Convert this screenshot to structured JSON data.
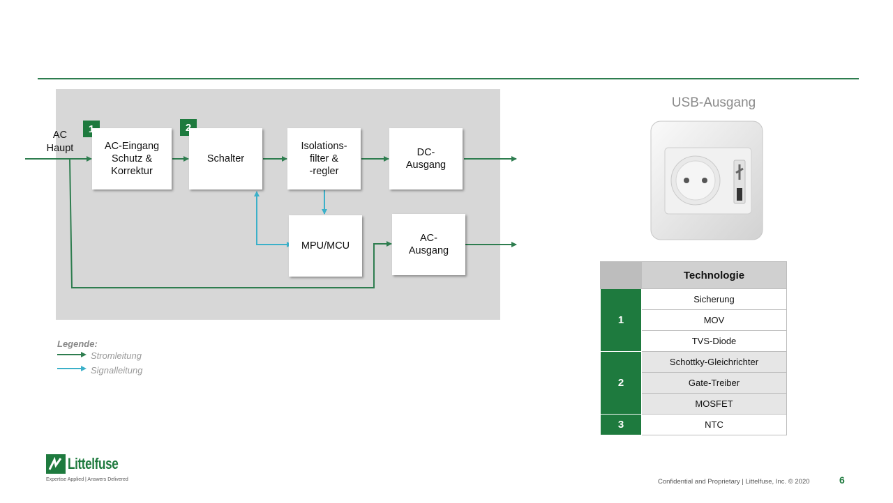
{
  "diagram": {
    "ac_main_label": "AC\nHaupt",
    "blocks": {
      "ac_input": "AC-Eingang\nSchutz &\nKorrektur",
      "switch": "Schalter",
      "isolation": "Isolations-\nfilter &\n-regler",
      "dc_output": "DC-\nAusgang",
      "mpu": "MPU/MCU",
      "ac_output": "AC-\nAusgang"
    },
    "badges": {
      "ac_input": "1",
      "switch": "2"
    },
    "colors": {
      "power_line": "#2e7d4f",
      "signal_line": "#3bb0c9",
      "background": "#d7d7d7",
      "badge": "#1e7a3e"
    }
  },
  "legend": {
    "title": "Legende:",
    "power_line": "Stromleitung",
    "signal_line": "Signalleitung"
  },
  "usb": {
    "title": "USB-Ausgang",
    "image": "wall-socket-with-usb-icon"
  },
  "table": {
    "header": "Technologie",
    "groups": [
      {
        "number": "1",
        "items": [
          "Sicherung",
          "MOV",
          "TVS-Diode"
        ]
      },
      {
        "number": "2",
        "items": [
          "Schottky-Gleichrichter",
          "Gate-Treiber",
          "MOSFET"
        ]
      },
      {
        "number": "3",
        "items": [
          "NTC"
        ]
      }
    ]
  },
  "footer": {
    "brand": "Littelfuse",
    "tagline": "Expertise Applied | Answers Delivered",
    "confidential": "Confidential and Proprietary | Littelfuse, Inc. © 2020",
    "page_number": "6"
  }
}
